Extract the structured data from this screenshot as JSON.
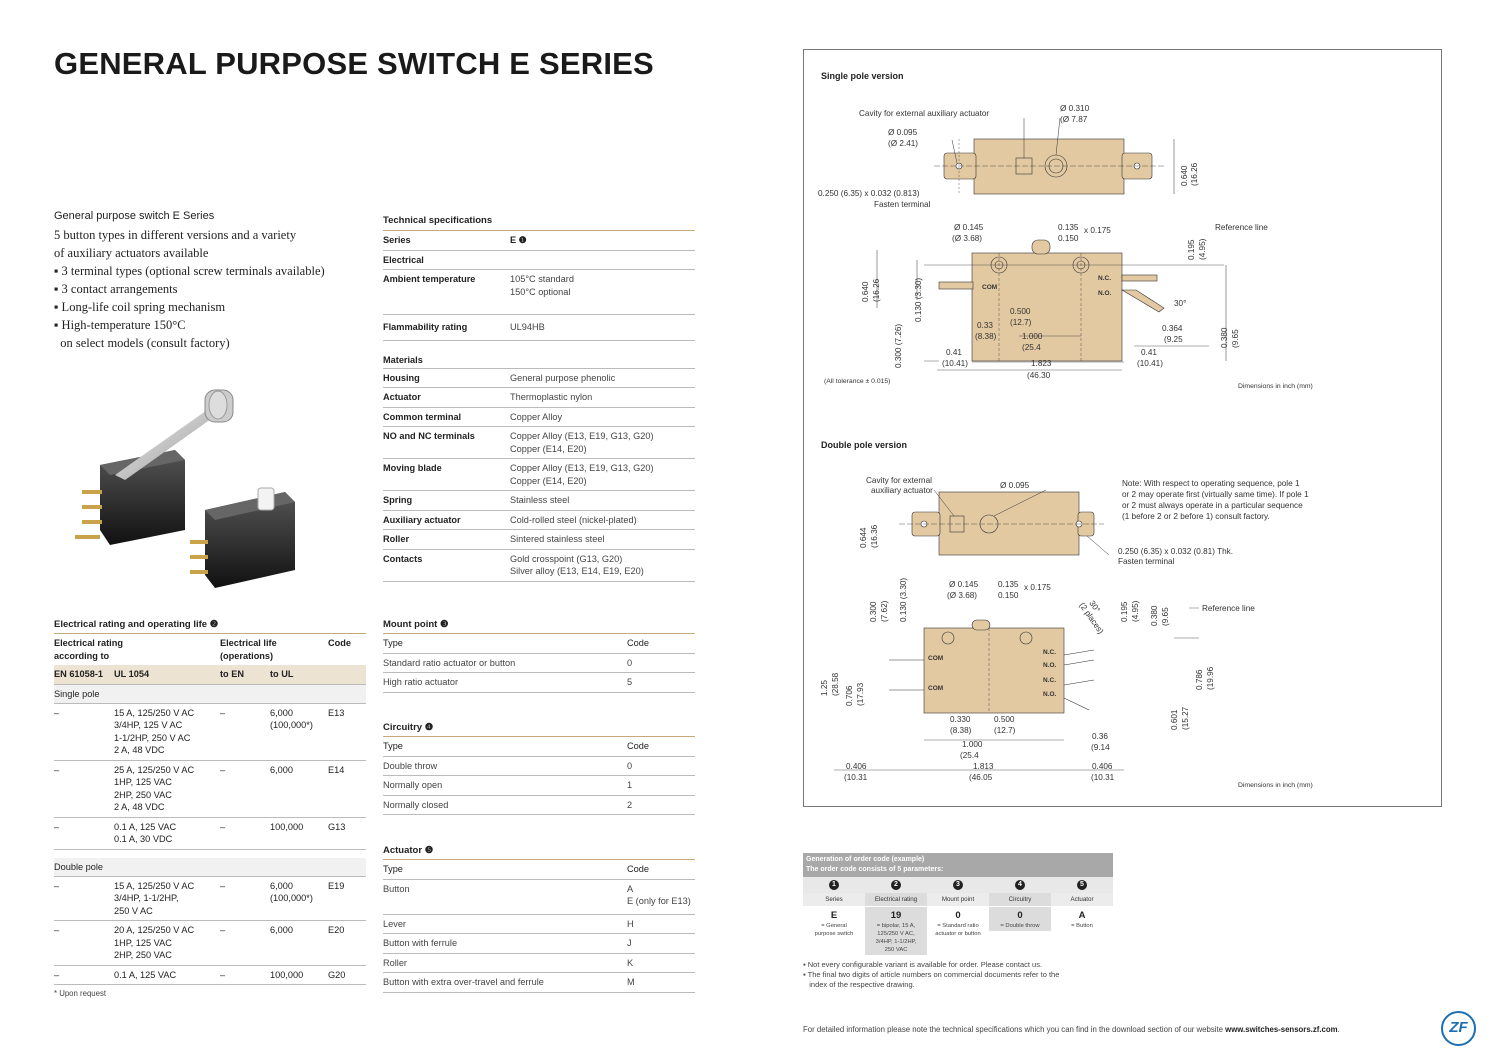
{
  "title": "GENERAL PURPOSE SWITCH E SERIES",
  "intro": {
    "title": "General purpose switch E Series",
    "lines": [
      "5 button types in different versions and a variety",
      "of auxiliary actuators available",
      "▪ 3 terminal types (optional screw terminals available)",
      "▪ 3 contact arrangements",
      "▪ Long-life coil spring mechanism",
      "▪ High-temperature 150°C",
      "  on select models (consult factory)"
    ]
  },
  "tech": {
    "title": "Technical specifications",
    "series_label": "Series",
    "series_value": "E ❶",
    "electrical": "Electrical",
    "ambient_label": "Ambient temperature",
    "ambient_1": "105°C standard",
    "ambient_2": "150°C optional",
    "flammability_label": "Flammability rating",
    "flammability_value": "UL94HB",
    "materials": "Materials",
    "rows": [
      {
        "k": "Housing",
        "v": "General purpose phenolic"
      },
      {
        "k": "Actuator",
        "v": "Thermoplastic nylon"
      },
      {
        "k": "Common terminal",
        "v": "Copper Alloy"
      },
      {
        "k": "NO and NC terminals",
        "v": "Copper Alloy (E13, E19, G13, G20)",
        "v2": "Copper (E14, E20)"
      },
      {
        "k": "Moving blade",
        "v": "Copper Alloy (E13, E19, G13, G20)",
        "v2": "Copper (E14, E20)"
      },
      {
        "k": "Spring",
        "v": "Stainless steel"
      },
      {
        "k": "Auxiliary actuator",
        "v": "Cold-rolled steel (nickel-plated)"
      },
      {
        "k": "Roller",
        "v": "Sintered stainless steel"
      },
      {
        "k": "Contacts",
        "v": "Gold crosspoint (G13, G20)",
        "v2": "Silver alloy (E13, E14, E19, E20)"
      }
    ]
  },
  "elec": {
    "title": "Electrical rating and operating life ❷",
    "h1": "Electrical rating",
    "h1b": "according to",
    "h2": "Electrical life",
    "h2b": "(operations)",
    "h3": "Code",
    "std1": "EN 61058-1",
    "std2": "UL 1054",
    "std3": "to EN",
    "std4": "to UL",
    "single": "Single pole",
    "double": "Double pole",
    "single_rows": [
      {
        "a": "–",
        "b": [
          "15 A, 125/250 V AC",
          "3/4HP, 125 V AC",
          "1-1/2HP, 250 V AC",
          "2 A, 48 VDC"
        ],
        "c": "–",
        "d": [
          "6,000",
          "(100,000*)"
        ],
        "e": "E13"
      },
      {
        "a": "–",
        "b": [
          "25 A, 125/250 V AC",
          "1HP, 125 VAC",
          "2HP, 250 VAC",
          "2 A, 48 VDC"
        ],
        "c": "–",
        "d": [
          "6,000"
        ],
        "e": "E14"
      },
      {
        "a": "–",
        "b": [
          "0.1 A, 125 VAC",
          "0.1 A, 30 VDC"
        ],
        "c": "–",
        "d": [
          "100,000"
        ],
        "e": "G13"
      }
    ],
    "double_rows": [
      {
        "a": "–",
        "b": [
          "15 A, 125/250 V AC",
          "3/4HP, 1-1/2HP,",
          "250 V AC"
        ],
        "c": "–",
        "d": [
          "6,000",
          "(100,000*)"
        ],
        "e": "E19"
      },
      {
        "a": "–",
        "b": [
          "20 A, 125/250 V AC",
          "1HP, 125 VAC",
          "2HP, 250 VAC"
        ],
        "c": "–",
        "d": [
          "6,000"
        ],
        "e": "E20"
      },
      {
        "a": "–",
        "b": [
          "0.1 A, 125 VAC"
        ],
        "c": "–",
        "d": [
          "100,000"
        ],
        "e": "G20"
      }
    ],
    "footnote": "* Upon request"
  },
  "mount": {
    "title": "Mount point ❸",
    "type": "Type",
    "code": "Code",
    "rows": [
      {
        "k": "Standard ratio actuator or button",
        "v": "0"
      },
      {
        "k": "High ratio actuator",
        "v": "5"
      }
    ]
  },
  "circuitry": {
    "title": "Circuitry ❹",
    "type": "Type",
    "code": "Code",
    "rows": [
      {
        "k": "Double throw",
        "v": "0"
      },
      {
        "k": "Normally open",
        "v": "1"
      },
      {
        "k": "Normally closed",
        "v": "2"
      }
    ]
  },
  "actuator": {
    "title": "Actuator ❺",
    "type": "Type",
    "code": "Code",
    "button": "Button",
    "button_v1": "A",
    "button_v2": "E (only for E13)",
    "rows": [
      {
        "k": "Lever",
        "v": "H"
      },
      {
        "k": "Button with ferrule",
        "v": "J"
      },
      {
        "k": "Roller",
        "v": "K"
      },
      {
        "k": "Button with extra over-travel and ferrule",
        "v": "M"
      }
    ]
  },
  "drawings": {
    "single_title": "Single pole version",
    "double_title": "Double pole version",
    "cavity": "Cavity for external auxiliary actuator",
    "cavity2a": "Cavity for external",
    "cavity2b": "auxiliary actuator",
    "d0310": "Ø 0.310",
    "d0310b": "(Ø 7.87",
    "d0095": "Ø 0.095",
    "d0095b": "(Ø 2.41)",
    "fasten": "0.250 (6.35) x 0.032 (0.813)",
    "fasten2": "Fasten terminal",
    "fasten_d": "0.250 (6.35) x 0.032 (0.81) Thk.",
    "fasten_d2": "Fasten terminal",
    "d0640": "0.640",
    "d1626": "(16.26",
    "d0145": "Ø 0.145",
    "d368": "(Ø 3.68)",
    "d0135": "0.135",
    "d0150": "0.150",
    "x0175": "x 0.175",
    "ref": "Reference line",
    "nc": "N.C.",
    "no": "N.O.",
    "com": "COM",
    "angle": "30°",
    "d0500": "0.500",
    "d127": "(12.7)",
    "d033": "0.33",
    "d838": "(8.38)",
    "d1000": "1.000",
    "d254": "(25.4",
    "d0364": "0.364",
    "d925": "(9.25",
    "d041": "0.41",
    "d1041": "(10.41)",
    "d1823": "1.823",
    "d4630": "(46.30",
    "tol": "(All tolerance ± 0.015)",
    "dims": "Dimensions in inch (mm)",
    "d0195": "0.195",
    "d495": "(4.95)",
    "d0380": "0.380",
    "d965": "(9.65",
    "d0130": "0.130 (3.30)",
    "d0300": "0.300 (7.26)",
    "note": [
      "Note: With respect to operating sequence, pole 1",
      "or 2 may operate first (virtually same time). If pole 1",
      "or 2 must always operate in a particular sequence",
      "(1 before 2 or 2 before 1) consult factory."
    ],
    "d0644": "0.644",
    "d1636": "(16.36",
    "d0330": "0.330",
    "d036": "0.36",
    "d914": "(9.14",
    "d0406": "0.406",
    "d1031": "(10.31",
    "d1813": "1.813",
    "d4605": "(46.05",
    "d125": "1.25",
    "d2858": "(28.58",
    "d0706": "0.706",
    "d1793": "(17.93",
    "d0601": "0.601",
    "d1527": "(15.27",
    "d0786": "0.786",
    "d1996": "(19.96",
    "twoplaces": "(2 places)",
    "d0300b": "0.300",
    "d762": "(7.62)"
  },
  "order": {
    "head1": "Generation of order code (example)",
    "head2": "The order code consists of 5 parameters:",
    "nums": [
      "1",
      "2",
      "3",
      "4",
      "5"
    ],
    "cols": [
      {
        "t": "Series",
        "v": "E",
        "d": [
          "= General",
          "purpose switch"
        ]
      },
      {
        "t": "Electrical rating",
        "v": "19",
        "d": [
          "= bipolar, 15 A,",
          "125/250 V AC,",
          "3/4HP, 1-1/2HP,",
          "250 VAC"
        ]
      },
      {
        "t": "Mount point",
        "v": "0",
        "d": [
          "= Standard ratio",
          "actuator or button"
        ]
      },
      {
        "t": "Circuitry",
        "v": "0",
        "d": [
          "= Double throw"
        ]
      },
      {
        "t": "Actuator",
        "v": "A",
        "d": [
          "= Button"
        ]
      }
    ]
  },
  "notes": [
    "▪ Not every configurable variant is available for order. Please contact us.",
    "▪ The final two digits of article numbers on commercial documents refer to the",
    "   index of the respective drawing."
  ],
  "footer_text": "For detailed information please note the technical specifications which you can find in the download section of our website",
  "footer_url": "www.switches-sensors.zf.com",
  "footer_dot": ".",
  "logo": "ZF",
  "colors": {
    "accent": "#c9a878",
    "body_color": "#e3c9a2",
    "brand": "#1a6fb4"
  }
}
